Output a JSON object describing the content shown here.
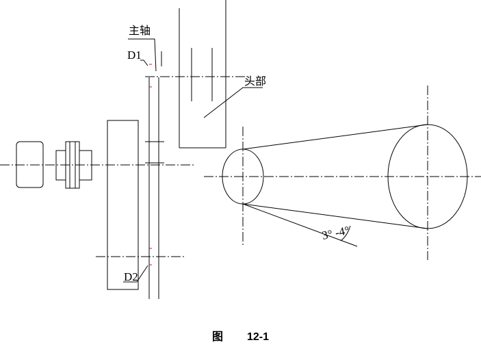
{
  "labels": {
    "spindle": "主轴",
    "d1": "D1",
    "head": "头部",
    "d2": "D2",
    "angle": "3° -4°"
  },
  "caption": {
    "prefix": "图",
    "number": "12-1"
  }
}
